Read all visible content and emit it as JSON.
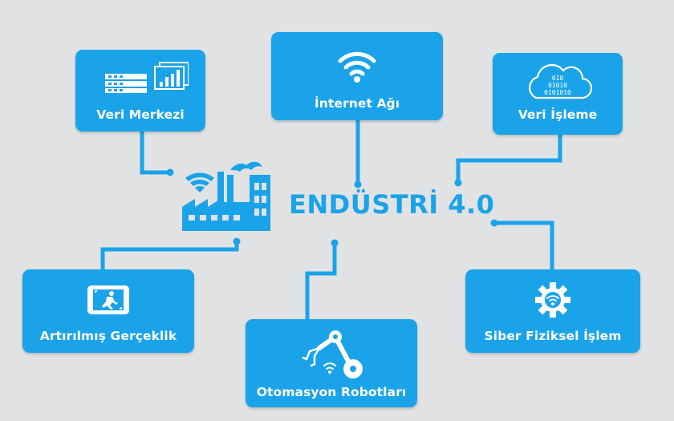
{
  "diagram": {
    "title": "ENDÜSTRİ 4.0",
    "accent_color": "#1aa3e8",
    "background_color": "#e1e2e3",
    "center_icon": "factory-wifi-icon",
    "nodes": [
      {
        "id": "veri-merkezi",
        "label": "Veri Merkezi",
        "icon": "server-chart-icon"
      },
      {
        "id": "internet-agi",
        "label": "İnternet Ağı",
        "icon": "wifi-icon"
      },
      {
        "id": "veri-isleme",
        "label": "Veri İşleme",
        "icon": "cloud-binary-icon"
      },
      {
        "id": "artirilmis-gerceklik",
        "label": "Artırılmış Gerçeklik",
        "icon": "tablet-ar-icon"
      },
      {
        "id": "otomasyon-robotlari",
        "label": "Otomasyon Robotları",
        "icon": "robot-arm-icon"
      },
      {
        "id": "siber-fiziksel-islem",
        "label": "Siber Fiziksel İşlem",
        "icon": "gear-wifi-icon"
      }
    ],
    "cloud_binary_text": [
      "010",
      "01010",
      "0101010"
    ]
  }
}
